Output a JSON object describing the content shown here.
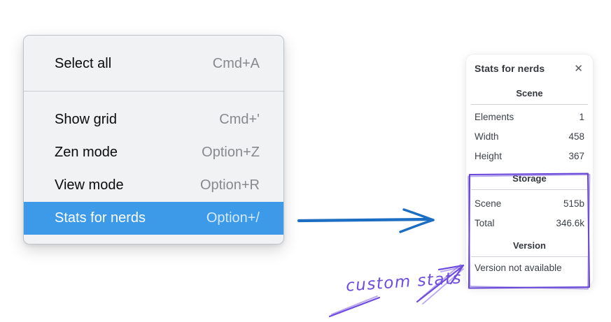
{
  "context_menu": {
    "sections": [
      {
        "items": [
          {
            "label": "Select all",
            "shortcut": "Cmd+A",
            "selected": false
          }
        ]
      },
      {
        "items": [
          {
            "label": "Show grid",
            "shortcut": "Cmd+'",
            "selected": false
          },
          {
            "label": "Zen mode",
            "shortcut": "Option+Z",
            "selected": false
          },
          {
            "label": "View mode",
            "shortcut": "Option+R",
            "selected": false
          },
          {
            "label": "Stats for nerds",
            "shortcut": "Option+/",
            "selected": true
          }
        ]
      }
    ]
  },
  "stats_panel": {
    "title": "Stats for nerds",
    "sections": [
      {
        "heading": "Scene",
        "rows": [
          {
            "label": "Elements",
            "value": "1"
          },
          {
            "label": "Width",
            "value": "458"
          },
          {
            "label": "Height",
            "value": "367"
          }
        ]
      },
      {
        "heading": "Storage",
        "rows": [
          {
            "label": "Scene",
            "value": "515b"
          },
          {
            "label": "Total",
            "value": "346.6k"
          }
        ]
      },
      {
        "heading": "Version",
        "note": "Version not available"
      }
    ]
  },
  "annotation": {
    "label": "custom stats"
  },
  "icons": {
    "close": "✕"
  },
  "colors": {
    "highlight_blue": "#3d9ae8",
    "arrow_blue": "#1b6ec2",
    "annotation_purple": "#6f4ce0",
    "box_purple": "#6746d9"
  }
}
